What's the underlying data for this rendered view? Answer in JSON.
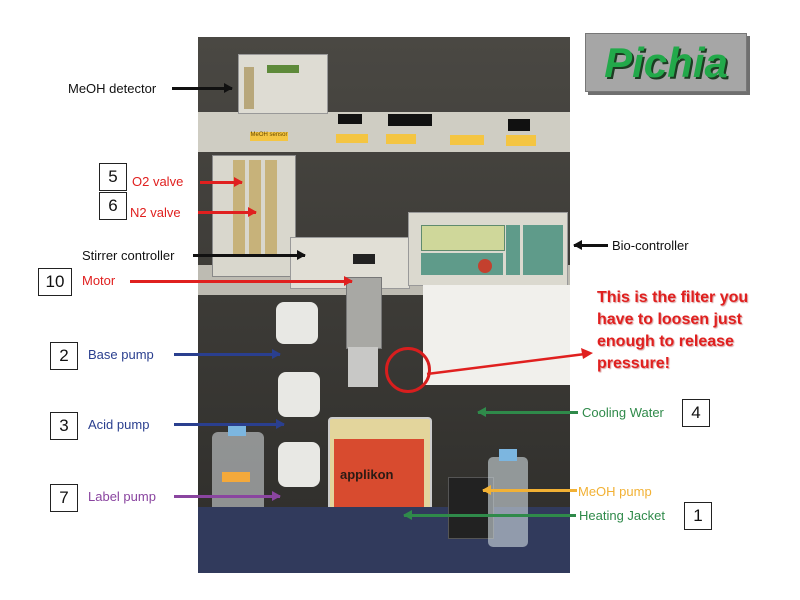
{
  "title": "Pichia",
  "colors": {
    "title_text": "#22a94a",
    "title_bg": "#a6a6a6",
    "black": "#111111",
    "red": "#e0201f",
    "blue": "#2a3f8f",
    "purple": "#8a45a0",
    "green": "#2f8a4a",
    "yellow": "#f2b134"
  },
  "labels": [
    {
      "id": "meoh-detector",
      "text": "MeOH detector",
      "number": null,
      "color": "black"
    },
    {
      "id": "o2-valve",
      "text": "O2 valve",
      "number": "5",
      "color": "red"
    },
    {
      "id": "n2-valve",
      "text": "N2 valve",
      "number": "6",
      "color": "red"
    },
    {
      "id": "stirrer-controller",
      "text": "Stirrer controller",
      "number": null,
      "color": "black"
    },
    {
      "id": "motor",
      "text": "Motor",
      "number": "10",
      "color": "red"
    },
    {
      "id": "base-pump",
      "text": "Base pump",
      "number": "2",
      "color": "blue"
    },
    {
      "id": "acid-pump",
      "text": "Acid pump",
      "number": "3",
      "color": "blue"
    },
    {
      "id": "label-pump",
      "text": "Label pump",
      "number": "7",
      "color": "purple"
    },
    {
      "id": "bio-controller",
      "text": "Bio-controller",
      "number": null,
      "color": "black"
    },
    {
      "id": "cooling-water",
      "text": "Cooling Water",
      "number": "4",
      "color": "green"
    },
    {
      "id": "meoh-pump",
      "text": "MeOH pump",
      "number": null,
      "color": "yellow"
    },
    {
      "id": "heating-jacket",
      "text": "Heating Jacket",
      "number": "1",
      "color": "green"
    }
  ],
  "note": {
    "lines": [
      "This is the filter you",
      "have to loosen just",
      "enough to release",
      "pressure!"
    ]
  },
  "photo": {
    "description": "Bioreactor setup photo",
    "shelf_tags": [
      "MeOH sensor"
    ],
    "vessel_brand": "applikon"
  }
}
